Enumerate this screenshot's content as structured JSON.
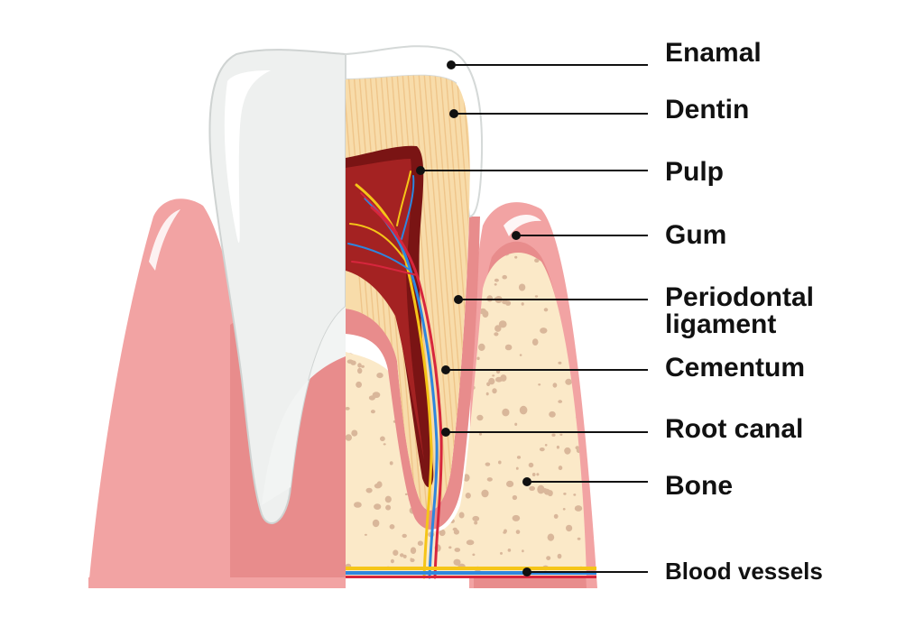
{
  "diagram": {
    "labels": {
      "enamal": "Enamal",
      "dentin": "Dentin",
      "pulp": "Pulp",
      "gum": "Gum",
      "periodontal_line1": "Periodontal",
      "periodontal_line2": "ligament",
      "cementum": "Cementum",
      "root_canal": "Root canal",
      "bone": "Bone",
      "blood_vessels": "Blood vessels"
    }
  },
  "colors": {
    "enamel": "#eef0ef",
    "enamel_outline": "#cfd3d2",
    "dentin": "#f8dcaa",
    "dentin_stripe": "#efc58a",
    "pulp_outer": "#7a1414",
    "pulp_inner": "#a42222",
    "gum_outer": "#f2a3a3",
    "gum_inner": "#e88c8c",
    "bone": "#fbe9c8",
    "bone_spots": "#d9b79a",
    "nerve": "#f5c518",
    "vein": "#2e86de",
    "artery": "#d7263d",
    "leader": "#111111"
  }
}
